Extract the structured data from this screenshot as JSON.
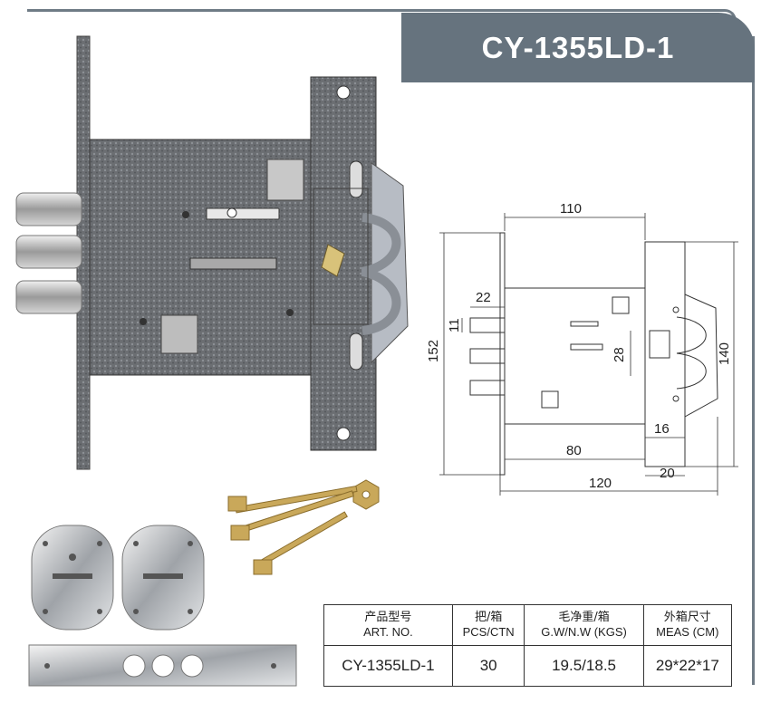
{
  "model": "CY-1355LD-1",
  "dimensions": {
    "top_width": "110",
    "bolt_width": "22",
    "bolt_spacing": "11",
    "height": "152",
    "cylinder_offset": "28",
    "face_height": "140",
    "backset_offset": "16",
    "backset": "80",
    "face_width": "20",
    "overall_width": "120"
  },
  "table": {
    "headers": [
      {
        "cn": "产品型号",
        "en": "ART. NO."
      },
      {
        "cn": "把/箱",
        "en": "PCS/CTN"
      },
      {
        "cn": "毛净重/箱",
        "en": "G.W/N.W (KGS)"
      },
      {
        "cn": "外箱尺寸",
        "en": "MEAS (CM)"
      }
    ],
    "row": [
      "CY-1355LD-1",
      "30",
      "19.5/18.5",
      "29*22*17"
    ]
  },
  "colors": {
    "header_bg": "#66737e",
    "frame": "#6f7b85",
    "lock_body": "#6b6e72",
    "brass": "#c9a85a"
  }
}
